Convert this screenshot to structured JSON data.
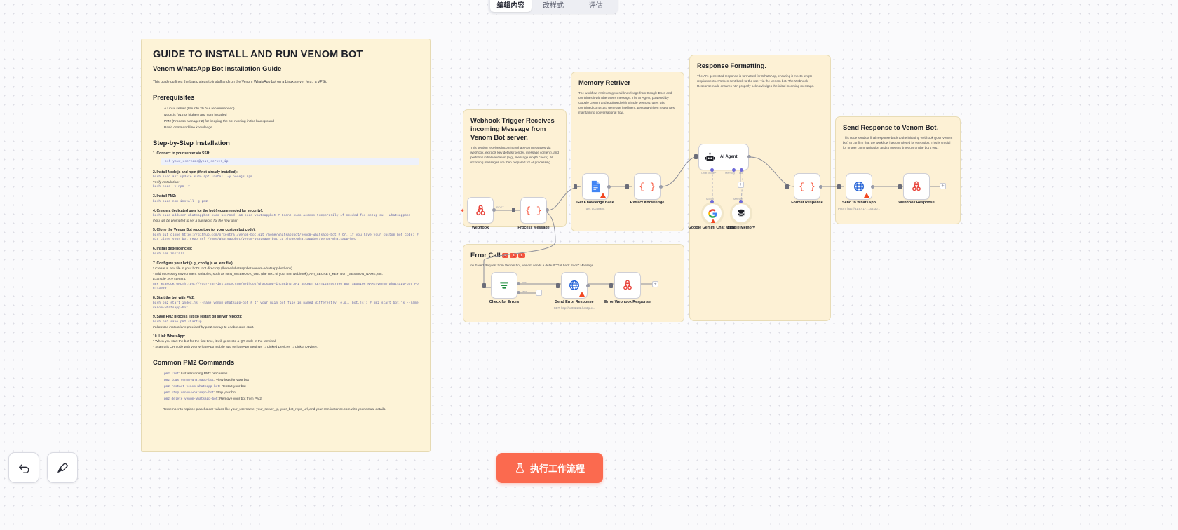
{
  "tabs": [
    {
      "label": "编辑内容",
      "active": true
    },
    {
      "label": "改样式",
      "active": false
    },
    {
      "label": "评估",
      "active": false
    }
  ],
  "document": {
    "title": "GUIDE TO INSTALL AND RUN VENOM BOT",
    "subtitle": "Venom WhatsApp Bot Installation Guide",
    "lead": "This guide outlines the basic steps to install and run the Venom WhatsApp bot on a Linux server (e.g., a VPS).",
    "prereq_heading": "Prerequisites",
    "prereq_items": [
      "A Linux server (Ubuntu 20.04+ recommended)",
      "Node.js (v16 or higher) and npm installed",
      "PM2 (Process Manager 2) for keeping the bot running in the background",
      "Basic command-line knowledge"
    ],
    "steps_heading": "Step-by-Step Installation",
    "steps": [
      {
        "title": "1. Connect to your server via SSH:",
        "code": "ssh your_username@your_server_ip"
      },
      {
        "title": "2. Install Node.js and npm (if not already installed):",
        "mono": "bash sudo apt update sudo apt install -y nodejs npm",
        "italic": "Verify installation:",
        "mono2": "bash node -v npm -v"
      },
      {
        "title": "3. Install PM2:",
        "mono": "bash sudo npm install -g pm2"
      },
      {
        "title": "4. Create a dedicated user for the bot (recommended for security):",
        "mono": "bash sudo adduser whatsappbot sudo usermod -aG sudo whatsappbot # Grant sudo access temporarily if needed for setup su - whatsappbot",
        "italic": "(You will be prompted to set a password for the new user)"
      },
      {
        "title": "5. Clone the Venom Bot repository (or your custom bot code):",
        "mono": "bash git clone https://github.com/orkestral/venom-bot.git /home/whatsappbot/venom-whatsapp-bot # Or, if you have your custom bot code: # git clone your_bot_repo_url /home/whatsappbot/venom-whatsapp-bot cd /home/whatsappbot/venom-whatsapp-bot"
      },
      {
        "title": "6. Install dependencies:",
        "mono": "bash npm install"
      },
      {
        "title": "7. Configure your bot (e.g., config.js or .env file):",
        "bullet1": "* Create a .env file in your bot's root directory (/home/whatsappbot/venom-whatsapp-bot/.env).",
        "bullet2": "* Add necessary environment variables, such as N8N_WEBHOOK_URL (the URL of your n8n webhook), API_SECRET_KEY, BOT_SESSION_NAME, etc.",
        "italic": "Example .env content:",
        "mono": "N8N_WEBHOOK_URL=https://your-n8n-instance.com/webhook/whatsapp-incoming API_SECRET_KEY=1234567890 BOT_SESSION_NAME=venom-whatsapp-bot PORT=3000"
      },
      {
        "title": "8. Start the bot with PM2:",
        "mono": "bash pm2 start index.js --name venom-whatsapp-bot # If your main bot file is named differently (e.g., bot.js): # pm2 start bot.js --name venom-whatsapp-bot"
      },
      {
        "title": "9. Save PM2 process list (to restart on server reboot):",
        "mono": "bash pm2 save pm2 startup",
        "italic": "Follow the instructions provided by pm2 startup to enable auto-start."
      },
      {
        "title": "10. Link WhatsApp:",
        "bullet1": "* When you start the bot for the first time, it will generate a QR code in the terminal.",
        "bullet2": "* Scan this QR code with your WhatsApp mobile app (WhatsApp Settings → Linked Devices → Link a Device)."
      }
    ],
    "commands_heading": "Common PM2 Commands",
    "commands": [
      {
        "cmd": "pm2 list",
        "desc": ": List all running PM2 processes"
      },
      {
        "cmd": "pm2 logs venom-whatsapp-bot",
        "desc": ": View logs for your bot"
      },
      {
        "cmd": "pm2 restart venom-whatsapp-bot",
        "desc": ": Restart your bot"
      },
      {
        "cmd": "pm2 stop venom-whatsapp-bot",
        "desc": ": Stop your bot"
      },
      {
        "cmd": "pm2 delete venom-whatsapp-bot",
        "desc": ": Remove your bot from PM2"
      }
    ],
    "footer_note": "Remember to replace placeholder values like your_username, your_server_ip, your_bot_repo_url, and your-n8n-instance.com with your actual details."
  },
  "workflow": {
    "groups": {
      "webhook": {
        "title": "Webhook Trigger Receives incoming Message from Venom Bot server.",
        "desc": "This section receives incoming WhatsApp messages via webhook, extracts key details (sender, message content), and performs initial validation (e.g., message length check). All incoming messages are then prepared for AI processing."
      },
      "memory": {
        "title": "Memory Retriver",
        "desc": "The workflow retrieves general knowledge from Google Docs and combines it with the user's message. The AI Agent, powered by Google Gemini and equipped with Simple Memory, uses this combined context to generate intelligent, persona-driven responses, maintaining conversational flow."
      },
      "response": {
        "title": "Response Formatting.",
        "desc": "The AI's generated response is formatted for WhatsApp, ensuring it meets length requirements. It's then sent back to the user via the Venom bot. The Webhook Response node ensures n8n properly acknowledges the initial incoming message."
      },
      "send": {
        "title": "Send Response to Venom Bot.",
        "desc": "This node sends a final response back to the initiating webhook (your Venom bot) to confirm that the workflow has completed its execution. This is crucial for proper communication and to prevent timeouts on the bot's end."
      },
      "error": {
        "title": "Error Call",
        "badges": [
          "🚨",
          "🚨",
          "🚨"
        ],
        "desc": "on Failed Request from Venom bot, Venom sends a default \"Get back Soon\" Message"
      }
    },
    "nodes": [
      {
        "id": "webhook",
        "label": "Webhook",
        "sub": "",
        "icon": "webhook-icon"
      },
      {
        "id": "process",
        "label": "Process Message",
        "sub": "",
        "icon": "code-braces-icon"
      },
      {
        "id": "getkb",
        "label": "Get Knowledge Base",
        "sub": "get: document",
        "icon": "google-docs-icon"
      },
      {
        "id": "extract",
        "label": "Extract Knowledge",
        "sub": "",
        "icon": "code-braces-icon"
      },
      {
        "id": "aiagent",
        "label": "AI Agent",
        "sub": "",
        "icon": "robot-icon"
      },
      {
        "id": "gemini",
        "label": "Google Gemini Chat Model",
        "sub": "",
        "icon": "google-gemini-icon"
      },
      {
        "id": "memory",
        "label": "Simple Memory",
        "sub": "",
        "icon": "database-icon"
      },
      {
        "id": "format",
        "label": "Format Response",
        "sub": "",
        "icon": "code-braces-icon"
      },
      {
        "id": "sendwa",
        "label": "Send to WhatsApp",
        "sub": "POST: http://31.97.177.104:30...",
        "icon": "globe-icon"
      },
      {
        "id": "whresp",
        "label": "Webhook Response",
        "sub": "",
        "icon": "webhook-icon"
      },
      {
        "id": "checkerr",
        "label": "Check for Errors",
        "sub": "",
        "icon": "filter-icon"
      },
      {
        "id": "senderr",
        "label": "Send Error Response",
        "sub": "GET: http://nv082182.hostgr.c...",
        "icon": "globe-icon"
      },
      {
        "id": "errwh",
        "label": "Error Webhook Response",
        "sub": "",
        "icon": "webhook-icon"
      }
    ],
    "anchors": [
      {
        "label": "Chat Model*"
      },
      {
        "label": "Memory"
      },
      {
        "label": "Tool"
      },
      {
        "label": "Model"
      },
      {
        "label": "Memory"
      },
      {
        "label": "POST"
      },
      {
        "label": "true"
      },
      {
        "label": "false"
      }
    ]
  },
  "toolbar": {
    "undo_label": "undo-arrow",
    "brush_label": "brush"
  },
  "run_button": {
    "label": "执行工作流程",
    "icon": "flask-icon",
    "color": "#fb6a4f"
  }
}
